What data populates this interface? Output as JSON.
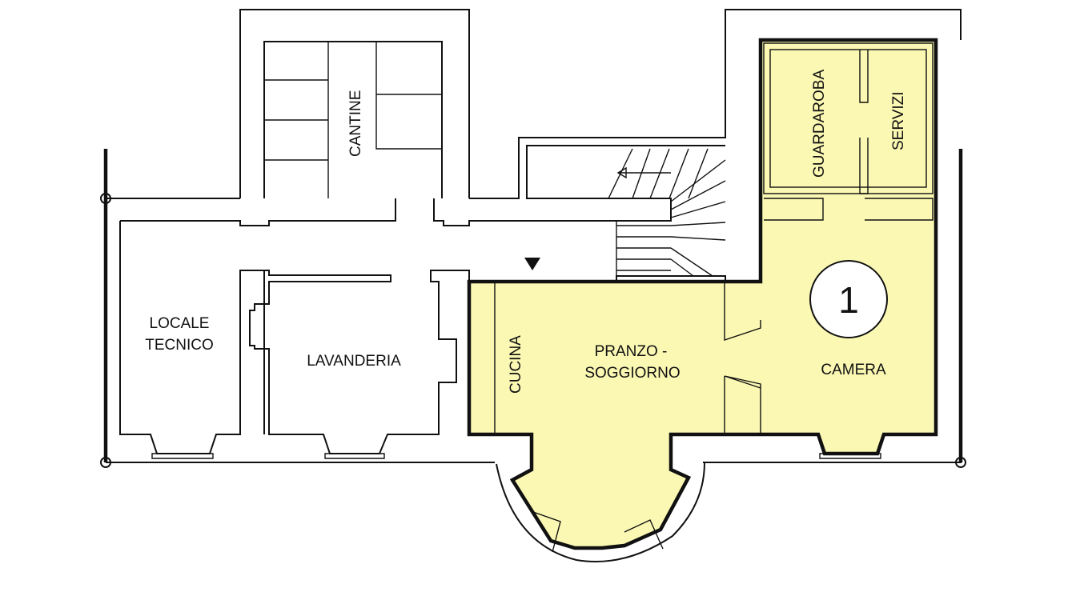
{
  "plan": {
    "colors": {
      "highlight_fill": "#fbf8b3",
      "wall_stroke": "#111111",
      "background": "#ffffff"
    },
    "unit_number": "1",
    "rooms": {
      "cantine": "CANTINE",
      "guardaroba": "GUARDAROBA",
      "servizi": "SERVIZI",
      "locale_line1": "LOCALE",
      "locale_line2": "TECNICO",
      "lavanderia": "LAVANDERIA",
      "cucina": "CUCINA",
      "pranzo_line1": "PRANZO -",
      "pranzo_line2": "SOGGIORNO",
      "camera": "CAMERA"
    },
    "icons": {
      "entrance": "entrance-arrow-icon",
      "stair_direction": "stair-arrow-icon",
      "unit_marker": "unit-number-circle"
    }
  }
}
